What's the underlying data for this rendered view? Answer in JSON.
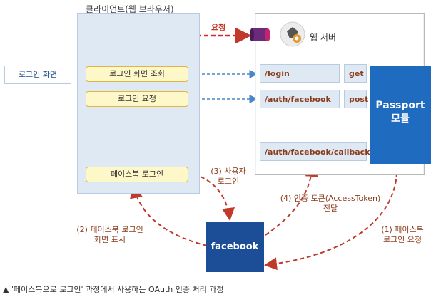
{
  "client": {
    "title": "클라이언트(웹 브라우저)",
    "buttons": [
      "로그인 화면 조회",
      "로그인 요청",
      "페이스북 로그인"
    ]
  },
  "login_screen": "로그인 화면",
  "request_label": "요청",
  "server": {
    "label": "웹 서버",
    "routes": [
      "/login",
      "/auth/facebook",
      "/auth/facebook/callback"
    ],
    "methods": [
      "get",
      "post"
    ],
    "passport_line1": "Passport",
    "passport_line2": "모듈"
  },
  "facebook": "facebook",
  "steps": {
    "s1_line1": "(1) 페이스북",
    "s1_line2": "로그인 요청",
    "s2_line1": "(2) 페이스북 로그인",
    "s2_line2": "화면 표시",
    "s3_line1": "(3) 사용자",
    "s3_line2": "로그인",
    "s4_line1": "(4) 인증 토큰(AccessToken)",
    "s4_line2": "전달"
  },
  "caption": "▲ '페이스북으로 로그인' 과정에서 사용하는 OAuth 인증 처리 과정"
}
